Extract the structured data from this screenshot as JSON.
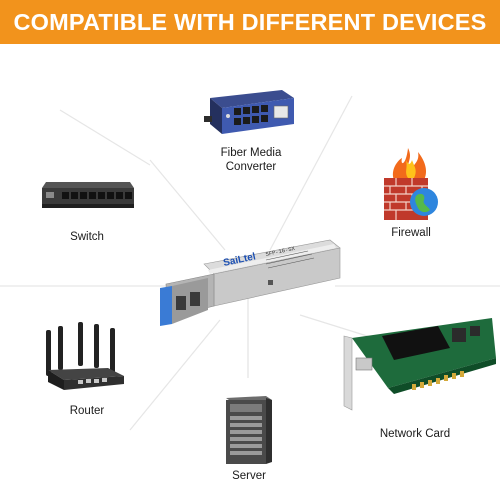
{
  "colors": {
    "banner": "#f2931c",
    "banner_text": "#ffffff",
    "divider_lines": "#e2e2e2"
  },
  "banner": {
    "title": "COMPATIBLE WITH DIFFERENT DEVICES"
  },
  "module": {
    "brand": "SaiLtel",
    "part_number": "SFP-1G-SX"
  },
  "devices": {
    "fiber_media_converter": {
      "line1": "Fiber Media",
      "line2": "Converter",
      "icon": "media-converter-icon"
    },
    "switch": {
      "label": "Switch",
      "icon": "switch-icon"
    },
    "firewall": {
      "label": "Firewall",
      "icon": "firewall-icon"
    },
    "router": {
      "label": "Router",
      "icon": "router-icon"
    },
    "network_card": {
      "label": "Network Card",
      "icon": "network-card-icon"
    },
    "server": {
      "label": "Server",
      "icon": "server-icon"
    }
  }
}
